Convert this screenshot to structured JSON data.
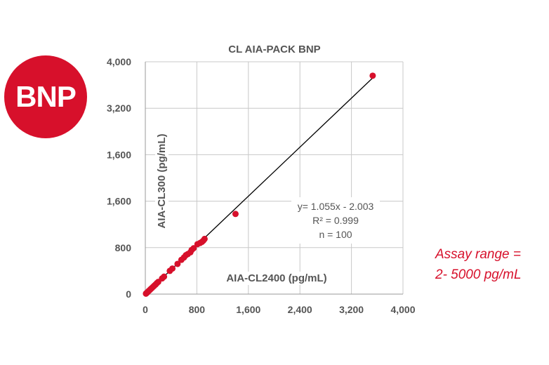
{
  "badge": {
    "label": "BNP",
    "color": "#d7102b"
  },
  "note": {
    "line1": "Assay range =",
    "line2": "2- 5000 pg/mL"
  },
  "chart_data": {
    "type": "scatter",
    "title": "CL AIA-PACK BNP",
    "xlabel": "AIA-CL2400 (pg/mL)",
    "ylabel": "AIA-CL300 (pg/mL)",
    "xlim": [
      0,
      4000
    ],
    "ylim": [
      0,
      4000
    ],
    "x_ticks": [
      0,
      800,
      1600,
      2400,
      3200,
      4000
    ],
    "x_tick_labels": [
      "0",
      "800",
      "1,600",
      "2,400",
      "3,200",
      "4,000"
    ],
    "y_ticks": [
      0,
      800,
      1600,
      2400,
      3200,
      4000
    ],
    "y_tick_labels": [
      "0",
      "800",
      "1,600",
      "1,600",
      "3,200",
      "4,000"
    ],
    "grid": true,
    "point_color": "#d7102b",
    "line_color": "#000000",
    "regression": {
      "slope": 1.055,
      "intercept": -2.003,
      "x_range": [
        0,
        3530
      ]
    },
    "annotation": [
      "y= 1.055x - 2.003",
      "R² = 0.999",
      "n = 100"
    ],
    "points": [
      [
        10,
        8
      ],
      [
        20,
        19
      ],
      [
        30,
        30
      ],
      [
        40,
        40
      ],
      [
        55,
        56
      ],
      [
        70,
        72
      ],
      [
        85,
        88
      ],
      [
        100,
        104
      ],
      [
        120,
        125
      ],
      [
        140,
        146
      ],
      [
        160,
        166
      ],
      [
        180,
        190
      ],
      [
        200,
        210
      ],
      [
        260,
        270
      ],
      [
        290,
        300
      ],
      [
        380,
        400
      ],
      [
        420,
        440
      ],
      [
        500,
        520
      ],
      [
        560,
        590
      ],
      [
        600,
        630
      ],
      [
        630,
        670
      ],
      [
        660,
        690
      ],
      [
        700,
        720
      ],
      [
        720,
        760
      ],
      [
        750,
        790
      ],
      [
        810,
        860
      ],
      [
        850,
        880
      ],
      [
        880,
        900
      ],
      [
        900,
        920
      ],
      [
        920,
        950
      ],
      [
        1400,
        1380
      ],
      [
        3530,
        3760
      ]
    ]
  }
}
